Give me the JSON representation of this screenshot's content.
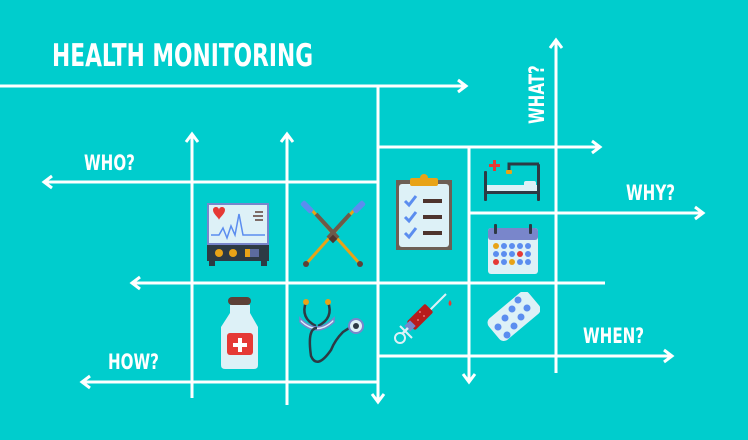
{
  "title": "HEALTH MONITORING",
  "labels": {
    "who": "WHO?",
    "what": "WHAT?",
    "why": "WHY?",
    "how": "HOW?",
    "when": "WHEN?"
  },
  "colors": {
    "background": "#00CDCD",
    "lines": "#FFFFFF",
    "accent_red": "#E53935",
    "accent_orange": "#E8A317",
    "accent_blue": "#5B8DEF",
    "dark": "#2D3A44"
  },
  "icons": [
    "heart-monitor-icon",
    "crutches-icon",
    "checklist-clipboard-icon",
    "hospital-bed-icon",
    "calendar-icon",
    "medicine-bottle-icon",
    "stethoscope-icon",
    "syringe-icon",
    "pill-blister-icon"
  ]
}
